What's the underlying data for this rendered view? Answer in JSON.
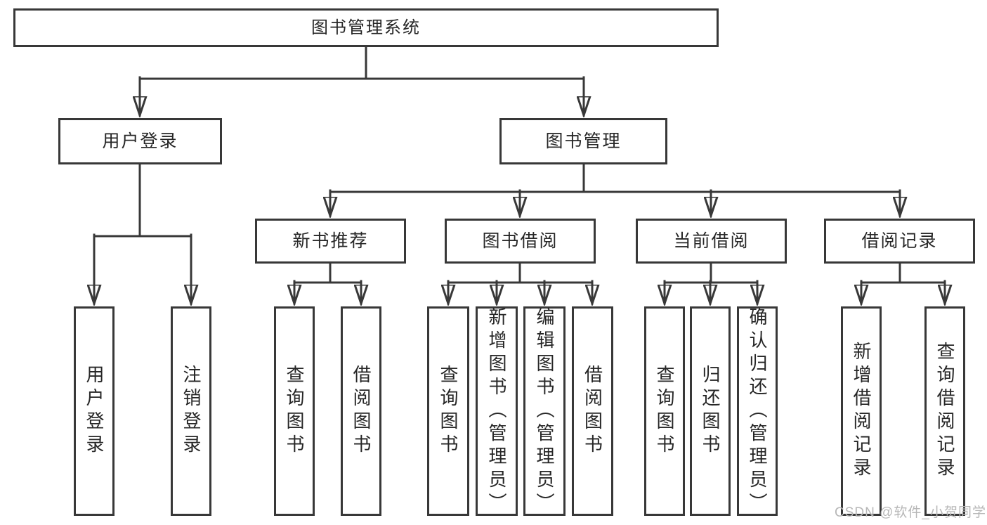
{
  "diagram_title": "图书管理系统",
  "tree": {
    "label": "图书管理系统",
    "children": [
      {
        "label": "用户登录",
        "children": [
          {
            "label": "用户登录"
          },
          {
            "label": "注销登录"
          }
        ]
      },
      {
        "label": "图书管理",
        "children": [
          {
            "label": "新书推荐",
            "children": [
              {
                "label": "查询图书"
              },
              {
                "label": "借阅图书"
              }
            ]
          },
          {
            "label": "图书借阅",
            "children": [
              {
                "label": "查询图书"
              },
              {
                "label": "新增图书（管理员）"
              },
              {
                "label": "编辑图书（管理员）"
              },
              {
                "label": "借阅图书"
              }
            ]
          },
          {
            "label": "当前借阅",
            "children": [
              {
                "label": "查询图书"
              },
              {
                "label": "归还图书"
              },
              {
                "label": "确认归还（管理员）"
              }
            ]
          },
          {
            "label": "借阅记录",
            "children": [
              {
                "label": "新增借阅记录"
              },
              {
                "label": "查询借阅记录"
              }
            ]
          }
        ]
      }
    ]
  },
  "watermark": {
    "text": "CSDN @软件_小贺同学"
  },
  "colors": {
    "line": "#383838",
    "box_border": "#383838",
    "box_fill": "#ffffff",
    "text": "#262626",
    "watermark": "#b7b7b7",
    "background": "#ffffff"
  }
}
